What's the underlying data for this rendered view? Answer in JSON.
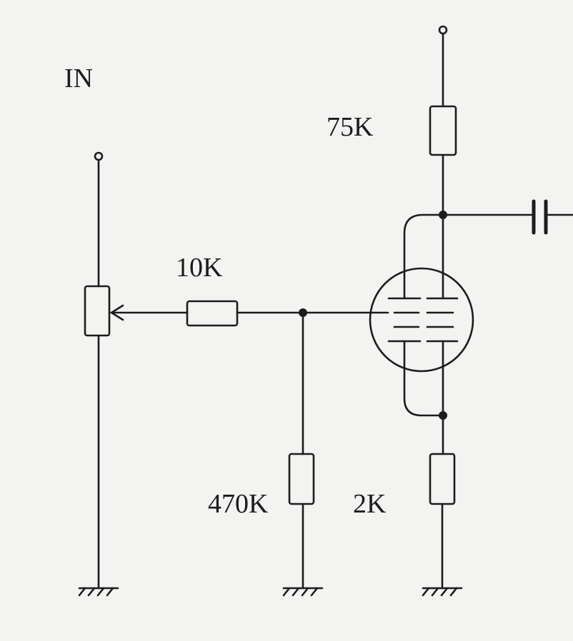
{
  "labels": {
    "input": "IN",
    "grid_resistor": "10K",
    "grid_leak_resistor": "470K",
    "plate_resistor": "75K",
    "cathode_resistor": "2K"
  },
  "colors": {
    "ink": "#1c1c1c",
    "paper": "#f3f3f1"
  }
}
